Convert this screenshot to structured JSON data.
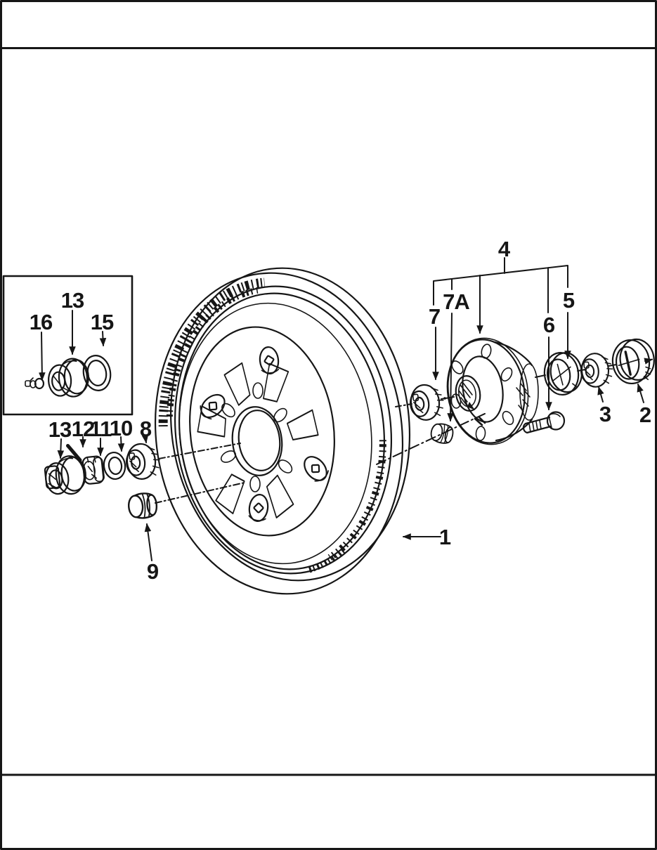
{
  "page": {
    "background": "#ffffff",
    "ink_color": "#161616",
    "header_band_text": "",
    "footer_band_text": ""
  },
  "figure": {
    "kind": "exploded-parts-line-drawing",
    "subject": "front wheel, hub and bearing assembly",
    "callouts": {
      "wheel": "1",
      "grease_retainer": "2",
      "outer_bearing_cone": "3",
      "hub_assembly": "4",
      "outer_bearing_cup": "5",
      "hub_bolt": "6",
      "inner_bearing": "7",
      "wheel_stud": "7A",
      "inner_bearing_cone": "8",
      "wheel_nut": "9",
      "washer": "10",
      "spindle_nut": "11",
      "cotter_pin": "12",
      "hub_cap": "13",
      "hub_cap_inset": "13",
      "gasket": "15",
      "grease_fitting": "16"
    }
  }
}
